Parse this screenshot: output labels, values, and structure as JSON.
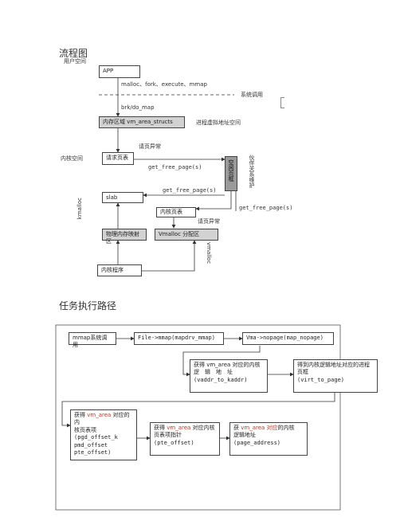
{
  "headings": {
    "flowchart": "流程图",
    "task_path": "任务执行路径"
  },
  "flow": {
    "user_space": "用户空间",
    "kernel_space": "内核空间",
    "app": "APP",
    "syscalls": "malloc、fork、execute、mmap",
    "syscall_call": "系统调用",
    "brk": "brk/do_map",
    "mem_region": "内存区域 vm_area_structs",
    "proc_vaddr": "进程虚拟地址空间",
    "page_fault": "请页异常",
    "page_request": "请求页表",
    "get_free_page_1": "get_free_page(s)",
    "get_free_page_2": "get_free_page(s)",
    "get_free_page_3": "get_free_page(s)",
    "free_page": "空闲页框",
    "buddy": "伙伴关系维护",
    "slab": "slab",
    "kmalloc": "kmalloc",
    "kernel_page": "内核页表",
    "page_fault_2": "请页异常",
    "phys_map": "物理内存映射区",
    "vmalloc_area": "Vmalloc 分配区",
    "vmalloc": "vmalloc",
    "kernel_prog": "内核程序"
  },
  "path": {
    "mmap_call": "mmap系统调用",
    "file_mmap": "File->mmap(mapdrv_mmap)",
    "vma_nopage": "Vma->nopage(map_nopage)",
    "box4": {
      "l1a": "获得 vm_area 对应的内核",
      "l2": "逻　辑　地　址",
      "l3": "(vaddr_to_kaddr)"
    },
    "box5": {
      "l1": "得到内核逻辑地址对应的进程",
      "l2": "页框",
      "l3": "(virt_to_page)"
    },
    "box6": {
      "pre": "获得 ",
      "red": "vm_area",
      "post": " 对应的内",
      "l2": "核页表项",
      "l3": "(pgd_offset_k",
      "l4": "pmd_offset",
      "l5": "pte_offset)"
    },
    "box7": {
      "pre": "获得 ",
      "red": "vm_area",
      "post": " 对应内核",
      "l2": "页表项指针",
      "l3": "(pte_offset)"
    },
    "box8": {
      "pre": "获 ",
      "red": "vm_area 对应",
      "post": "的内核",
      "l2": "逻辑地址",
      "l3": "(page_address)"
    }
  }
}
